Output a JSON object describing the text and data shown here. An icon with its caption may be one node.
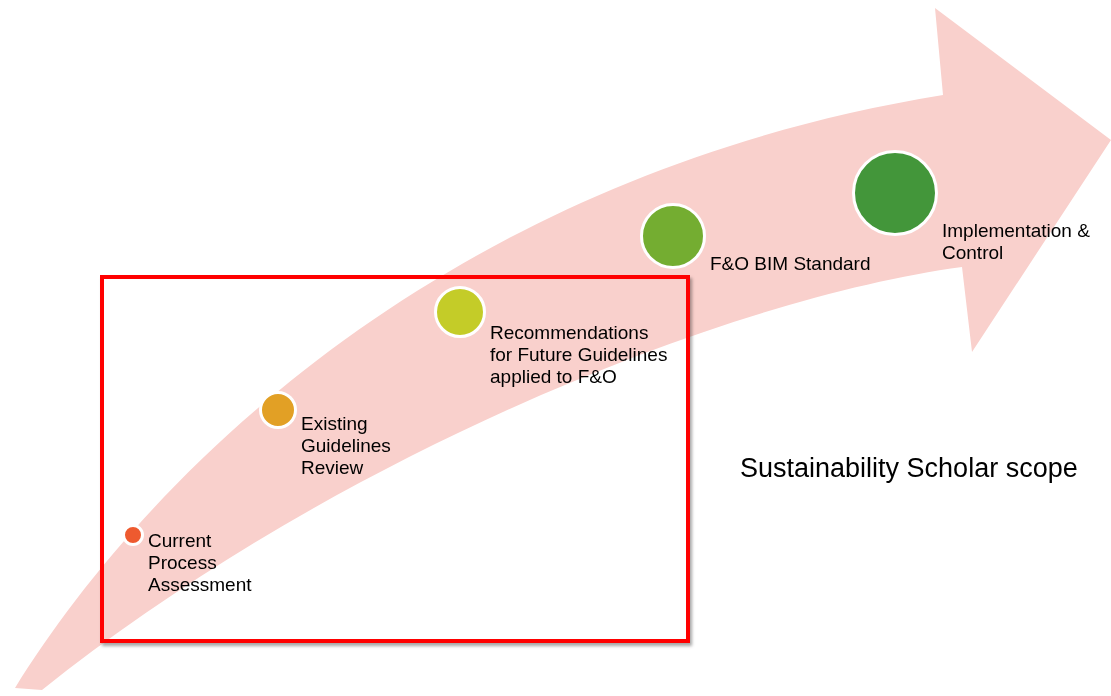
{
  "diagram": {
    "nodes": [
      {
        "text": [],
        "shape": "box"
      },
      {
        "text": [],
        "shape": "circle",
        "beside": [
          "Current Process Assessment"
        ],
        "in": 0
      },
      {
        "text": [],
        "shape": "circle",
        "beside": [
          "Existing Guidelines Review"
        ],
        "in": 0
      },
      {
        "text": [],
        "shape": "circle",
        "beside": [
          "Recommendations for Future Guidelines applied to F&O"
        ],
        "in": 0
      },
      {
        "text": [],
        "shape": "circle",
        "beside": [
          "F&O BIM Standard"
        ]
      },
      {
        "text": [],
        "shape": "circle",
        "beside": [
          "Implementation & Control"
        ]
      }
    ],
    "labels": [
      "Sustainability Scholar scope"
    ]
  }
}
